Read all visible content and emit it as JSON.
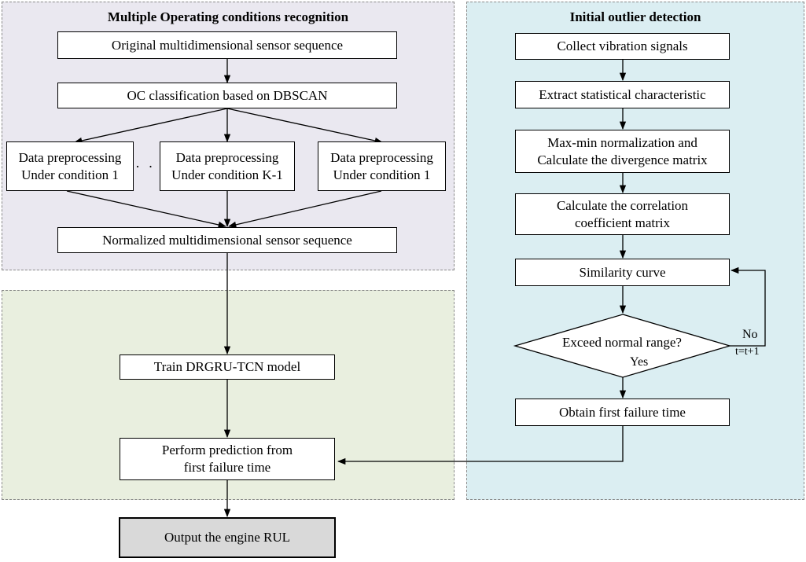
{
  "regions": {
    "oc_recognition": {
      "title": "Multiple Operating conditions recognition"
    },
    "outlier_detection": {
      "title": "Initial outlier detection"
    }
  },
  "left_flow": {
    "original": "Original multidimensional sensor sequence",
    "oc_classification": "OC classification based on DBSCAN",
    "preprocess_1": {
      "line1": "Data preprocessing",
      "line2": "Under condition 1"
    },
    "preprocess_k1": {
      "line1": "Data preprocessing",
      "line2": "Under condition K-1"
    },
    "preprocess_3": {
      "line1": "Data preprocessing",
      "line2": "Under condition 1"
    },
    "ellipsis": "· · ·",
    "normalized": "Normalized multidimensional sensor sequence",
    "train": "Train DRGRU-TCN model",
    "predict": {
      "line1": "Perform prediction from",
      "line2": "first failure time"
    },
    "output": "Output the engine RUL"
  },
  "right_flow": {
    "collect": "Collect vibration signals",
    "extract": "Extract statistical characteristic",
    "normalize": {
      "line1": "Max-min normalization and",
      "line2": "Calculate the divergence matrix"
    },
    "correlation": {
      "line1": "Calculate the correlation",
      "line2": "coefficient matrix"
    },
    "similarity": "Similarity curve",
    "decision": "Exceed normal range?",
    "yes_label": "Yes",
    "no_label": "No",
    "increment_label": "t=t+1",
    "obtain": "Obtain first failure time"
  }
}
